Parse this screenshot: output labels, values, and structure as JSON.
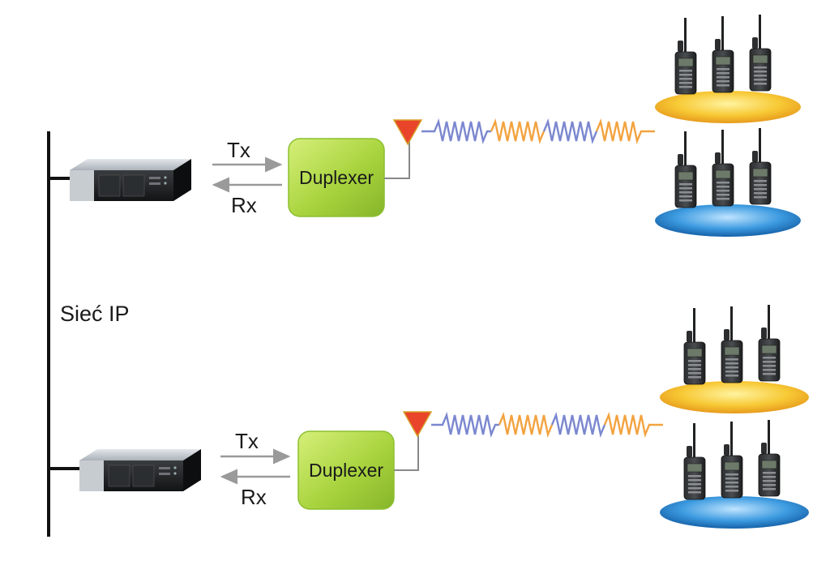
{
  "network": {
    "label": "Sieć IP"
  },
  "sites": [
    {
      "tx_label": "Tx",
      "rx_label": "Rx",
      "duplexer_label": "Duplexer",
      "talk_groups": [
        {
          "color": "#f5c42e",
          "radios": 3
        },
        {
          "color": "#2a86d1",
          "radios": 3
        }
      ]
    },
    {
      "tx_label": "Tx",
      "rx_label": "Rx",
      "duplexer_label": "Duplexer",
      "talk_groups": [
        {
          "color": "#f5c42e",
          "radios": 3
        },
        {
          "color": "#2a86d1",
          "radios": 3
        }
      ]
    }
  ],
  "colors": {
    "duplexer_fill": "#a9d43e",
    "wave_blue": "#7b87cf",
    "wave_orange": "#f2a340",
    "antenna": "#e8452a",
    "arrow": "#9a9a9a",
    "backbone": "#111111"
  },
  "icons": {
    "repeater": "repeater-icon",
    "antenna": "antenna-icon",
    "radio": "radio-handset-icon"
  }
}
